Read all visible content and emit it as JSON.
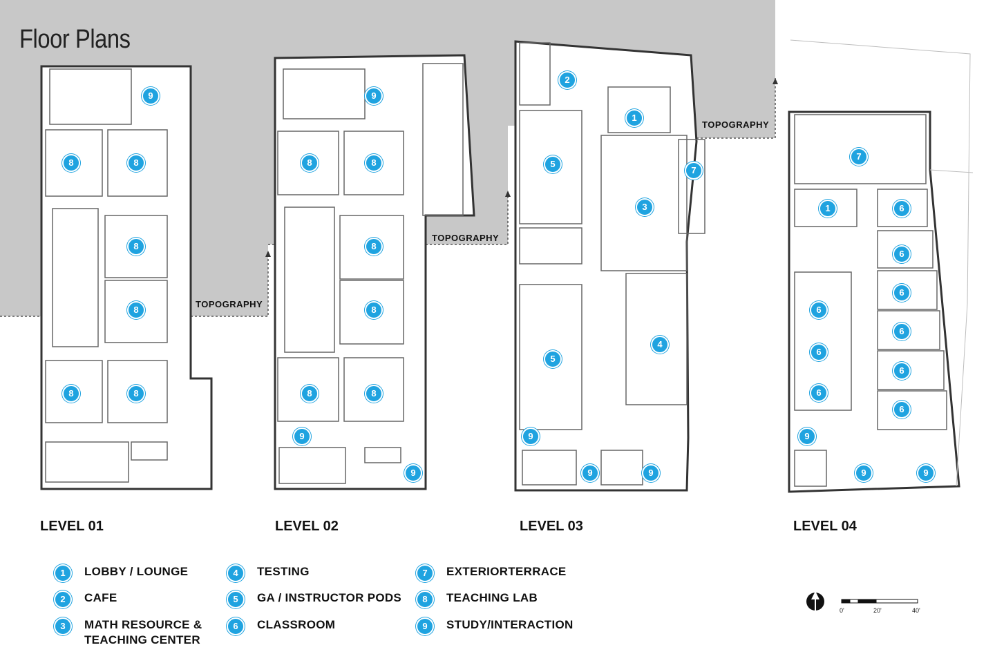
{
  "title": "Floor Plans",
  "colors": {
    "marker": "#1fa3e0",
    "topography": "#c6c6c6",
    "wall": "#333333"
  },
  "topography_label": "TOPOGRAPHY",
  "levels": [
    "LEVEL 01",
    "LEVEL 02",
    "LEVEL 03",
    "LEVEL 04"
  ],
  "markers": {
    "level01": [
      "9",
      "8",
      "8",
      "8",
      "8",
      "8",
      "8"
    ],
    "level02": [
      "9",
      "8",
      "8",
      "8",
      "8",
      "8",
      "8",
      "9",
      "9"
    ],
    "level03": [
      "2",
      "1",
      "5",
      "7",
      "3",
      "4",
      "5",
      "9",
      "9",
      "9"
    ],
    "level04": [
      "7",
      "1",
      "6",
      "6",
      "6",
      "6",
      "6",
      "6",
      "6",
      "6",
      "6",
      "9",
      "9",
      "9"
    ]
  },
  "legend": [
    {
      "num": "1",
      "label": "LOBBY / LOUNGE"
    },
    {
      "num": "2",
      "label": "CAFE"
    },
    {
      "num": "3",
      "label": "MATH RESOURCE &\nTEACHING CENTER"
    },
    {
      "num": "4",
      "label": "TESTING"
    },
    {
      "num": "5",
      "label": "GA / INSTRUCTOR PODS"
    },
    {
      "num": "6",
      "label": "CLASSROOM"
    },
    {
      "num": "7",
      "label": "EXTERIORTERRACE"
    },
    {
      "num": "8",
      "label": "TEACHING LAB"
    },
    {
      "num": "9",
      "label": "STUDY/INTERACTION"
    }
  ],
  "scale": {
    "labels": [
      "0'",
      "20'",
      "40'"
    ],
    "north_icon": "north-arrow-icon"
  }
}
